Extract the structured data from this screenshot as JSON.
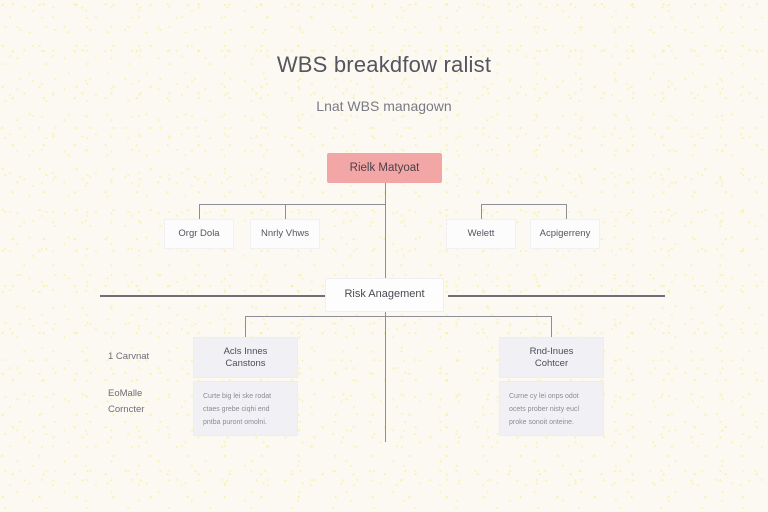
{
  "header": {
    "title": "WBS breakdfow ralist",
    "subtitle": "Lnat WBS managown"
  },
  "diagram": {
    "root": {
      "label": "Rielk Matyoat",
      "color": "#f3a6a6"
    },
    "level2": [
      {
        "label": "Orgr Dola"
      },
      {
        "label": "Nnrly Vhws"
      },
      {
        "label": "Welett"
      },
      {
        "label": "Acpigerreny"
      }
    ],
    "mid": {
      "label": "Risk Anagement"
    },
    "side_labels": [
      {
        "label": "1 Carvnat"
      },
      {
        "label": "EoMalle\nCorncter"
      }
    ],
    "cards": [
      {
        "heading": "Acls Innes\nCanstons",
        "body": "Curte big lei ske rodat ctaes grebe ciqhi end pntba puront omolni."
      },
      {
        "heading": "Rnd-Inues\nCohtcer",
        "body": "Curne cy lei onps odot ocets prober nisty eucl proke sonoit onteine."
      }
    ],
    "colors": {
      "background": "#fbf9f1",
      "accent": "#f3a6a6",
      "card_fill": "#f1f1f5",
      "node_fill": "#fcfcfd",
      "line": "#8e8e99",
      "rule": "#6f6f7a",
      "text": "#4a4a52",
      "muted_text": "#8b8b95"
    }
  }
}
